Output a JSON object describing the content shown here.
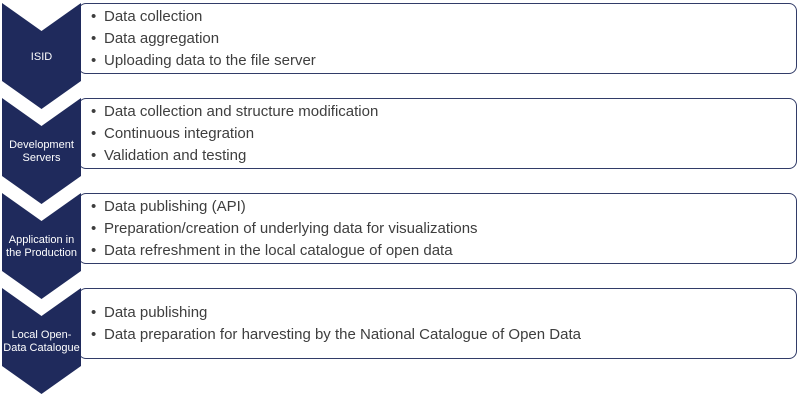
{
  "colors": {
    "chevron": "#1F2A5C",
    "box-border": "#323C68",
    "box-bg": "#FFFFFF",
    "item-text": "#3E3E3E",
    "label-text": "#FFFFFF",
    "page-bg": "#FFFFFF"
  },
  "diagram": {
    "type": "vertical-chevron-process-list",
    "stages": [
      {
        "label": "ISID",
        "label_lines": [
          "ISID"
        ],
        "items": [
          "Data collection",
          "Data aggregation",
          "Uploading data to the file server"
        ]
      },
      {
        "label": "Development Servers",
        "label_lines": [
          "Development",
          "Servers"
        ],
        "items": [
          "Data collection and structure modification",
          "Continuous integration",
          "Validation and testing"
        ]
      },
      {
        "label": "Application in the Production",
        "label_lines": [
          "Application in",
          "the Production"
        ],
        "items": [
          "Data publishing (API)",
          "Preparation/creation of underlying data for visualizations",
          "Data refreshment in the local catalogue of open data"
        ]
      },
      {
        "label": "Local Open-Data Catalogue",
        "label_lines": [
          "Local Open-",
          "Data Catalogue"
        ],
        "items": [
          "Data publishing",
          "Data preparation for harvesting by the National Catalogue of Open Data"
        ]
      }
    ]
  }
}
